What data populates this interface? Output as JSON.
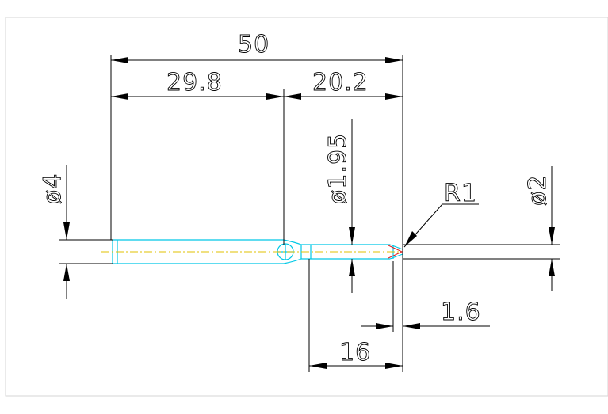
{
  "dimensions": {
    "overall_length": "50",
    "shank_length": "29.8",
    "neck_length": "20.2",
    "neck_diameter": "ø1.95",
    "shank_diameter": "ø4",
    "cutter_diameter": "ø2",
    "corner_radius": "R1",
    "tip_length": "1.6",
    "effective_length": "16"
  },
  "colors": {
    "outline": "#00c8e6",
    "centerline": "#e0c000",
    "dimension": "#000000",
    "tip": "#e02020"
  }
}
